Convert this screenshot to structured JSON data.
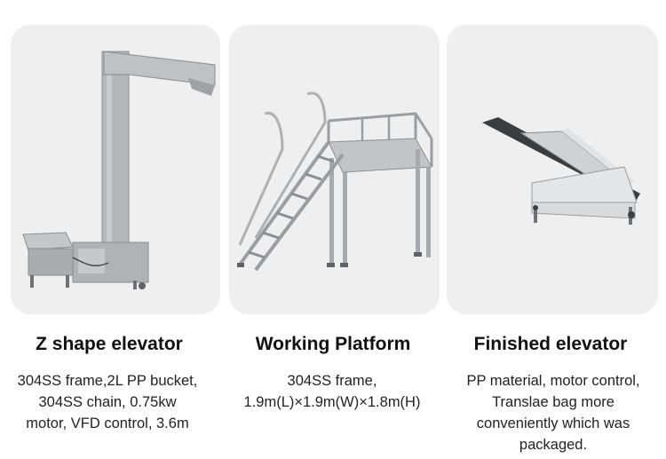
{
  "products": [
    {
      "title": "Z shape elevator",
      "image_subject": "z-shape-bucket-elevator",
      "description_lines": [
        "304SS frame,2L PP bucket,",
        "304SS chain, 0.75kw",
        "motor, VFD control, 3.6m"
      ]
    },
    {
      "title": "Working Platform",
      "image_subject": "working-platform-with-stairs",
      "description_lines": [
        "304SS frame,",
        "1.9m(L)×1.9m(W)×1.8m(H)"
      ]
    },
    {
      "title": "Finished elevator",
      "image_subject": "inclined-belt-conveyor",
      "description_lines": [
        "PP material, motor control,",
        "Translae bag more",
        "conveniently which was",
        "packaged."
      ]
    }
  ],
  "colors": {
    "card_background": "#efefef",
    "steel": "#b9bcbf",
    "steel_dark": "#7d8185"
  }
}
